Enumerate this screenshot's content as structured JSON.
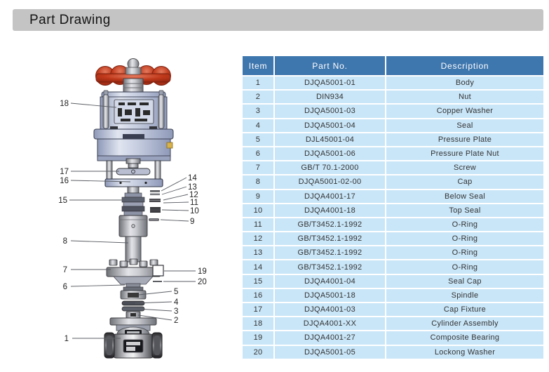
{
  "page": {
    "title": "Part Drawing"
  },
  "colors": {
    "header_blue": "#3e76ae",
    "row_blue": "#c9e6f8",
    "bar_gray": "#c4c4c4",
    "knob_red": "#c0391b"
  },
  "table": {
    "headers": [
      "Item",
      "Part No.",
      "Description"
    ],
    "rows": [
      {
        "item": "1",
        "part_no": "DJQA5001-01",
        "description": "Body"
      },
      {
        "item": "2",
        "part_no": "DIN934",
        "description": "Nut"
      },
      {
        "item": "3",
        "part_no": "DJQA5001-03",
        "description": "Copper Washer"
      },
      {
        "item": "4",
        "part_no": "DJQA5001-04",
        "description": "Seal"
      },
      {
        "item": "5",
        "part_no": "DJL45001-04",
        "description": "Pressure Plate"
      },
      {
        "item": "6",
        "part_no": "DJQA5001-06",
        "description": "Pressure Plate Nut"
      },
      {
        "item": "7",
        "part_no": "GB/T 70.1-2000",
        "description": "Screw"
      },
      {
        "item": "8",
        "part_no": "DJQA5001-02-00",
        "description": "Cap"
      },
      {
        "item": "9",
        "part_no": "DJQA4001-17",
        "description": "Below Seal"
      },
      {
        "item": "10",
        "part_no": "DJQA4001-18",
        "description": "Top Seal"
      },
      {
        "item": "11",
        "part_no": "GB/T3452.1-1992",
        "description": "O-Ring"
      },
      {
        "item": "12",
        "part_no": "GB/T3452.1-1992",
        "description": "O-Ring"
      },
      {
        "item": "13",
        "part_no": "GB/T3452.1-1992",
        "description": "O-Ring"
      },
      {
        "item": "14",
        "part_no": "GB/T3452.1-1992",
        "description": "O-Ring"
      },
      {
        "item": "15",
        "part_no": "DJQA4001-04",
        "description": "Seal Cap"
      },
      {
        "item": "16",
        "part_no": "DJQA5001-18",
        "description": "Spindle"
      },
      {
        "item": "17",
        "part_no": "DJQA4001-03",
        "description": "Cap Fixture"
      },
      {
        "item": "18",
        "part_no": "DJQA4001-XX",
        "description": "Cylinder Assembly"
      },
      {
        "item": "19",
        "part_no": "DJQA4001-27",
        "description": "Composite Bearing"
      },
      {
        "item": "20",
        "part_no": "DJQA5001-05",
        "description": "Lockong Washer"
      }
    ]
  },
  "diagram": {
    "labels": [
      {
        "text": "18"
      },
      {
        "text": "17"
      },
      {
        "text": "16"
      },
      {
        "text": "15"
      },
      {
        "text": "8"
      },
      {
        "text": "7"
      },
      {
        "text": "6"
      },
      {
        "text": "1"
      },
      {
        "text": "14"
      },
      {
        "text": "13"
      },
      {
        "text": "12"
      },
      {
        "text": "11"
      },
      {
        "text": "10"
      },
      {
        "text": "9"
      },
      {
        "text": "19"
      },
      {
        "text": "20"
      },
      {
        "text": "5"
      },
      {
        "text": "4"
      },
      {
        "text": "3"
      },
      {
        "text": "2"
      }
    ]
  }
}
